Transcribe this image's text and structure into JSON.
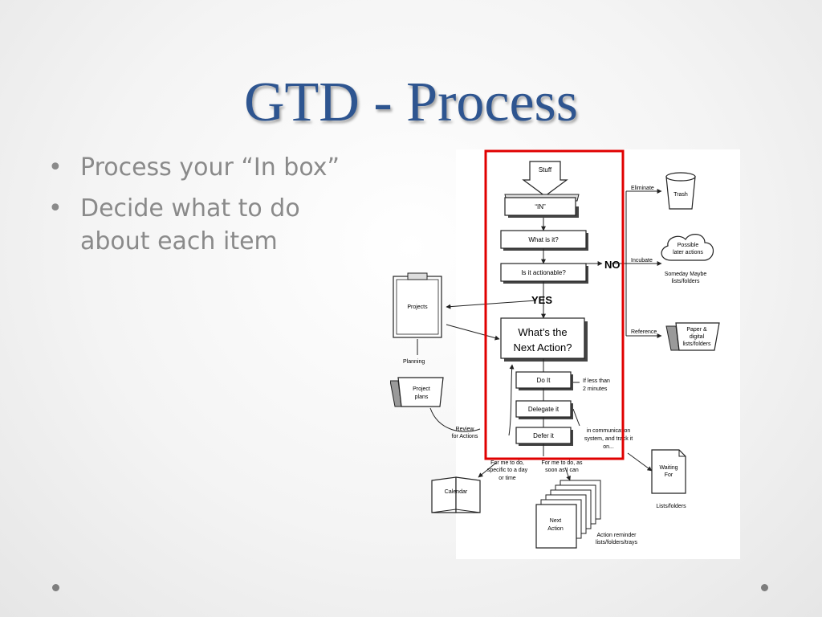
{
  "slide": {
    "title": "GTD - Process",
    "bullets": [
      {
        "marker": "•",
        "text": "Process your “In box”"
      },
      {
        "marker": "•",
        "text": "Decide what to do"
      },
      {
        "marker": "",
        "text": "about each item"
      }
    ],
    "highlight_color": "#e00000",
    "title_color": "#2e5590"
  },
  "diagram": {
    "stuff": "Stuff",
    "in_box": "“IN”",
    "what_is_it": "What is it?",
    "is_actionable": "Is it actionable?",
    "no": "NO",
    "yes": "YES",
    "next_action_q": [
      "What’s the",
      "Next Action?"
    ],
    "do_it": "Do It",
    "delegate_it": "Delegate it",
    "defer_it": "Defer it",
    "eliminate": "Eliminate",
    "trash": "Trash",
    "incubate": "Incubate",
    "possible_later": [
      "Possible",
      "later actions"
    ],
    "someday_maybe": [
      "Someday Maybe",
      "lists/folders"
    ],
    "reference": "Reference",
    "paper_digital": [
      "Paper &",
      "digital",
      "lists/folders"
    ],
    "projects": "Projects",
    "planning": "Planning",
    "project_plans": [
      "Project",
      "plans"
    ],
    "review": [
      "Review",
      "for Actions"
    ],
    "less_than": [
      "If less than",
      "2 minutes"
    ],
    "in_communication": [
      "in communication",
      "system, and track it",
      "on..."
    ],
    "waiting_for": [
      "Waiting",
      "For"
    ],
    "waiting_lists": "Lists/folders",
    "specific": [
      "For me to do,",
      "specific to a day",
      "or time"
    ],
    "asap": [
      "For me to do, as",
      "soon as I can"
    ],
    "calendar": "Calendar",
    "next_action": [
      "Next",
      "Action"
    ],
    "action_reminder": [
      "Action reminder",
      "lists/folders/trays"
    ]
  }
}
